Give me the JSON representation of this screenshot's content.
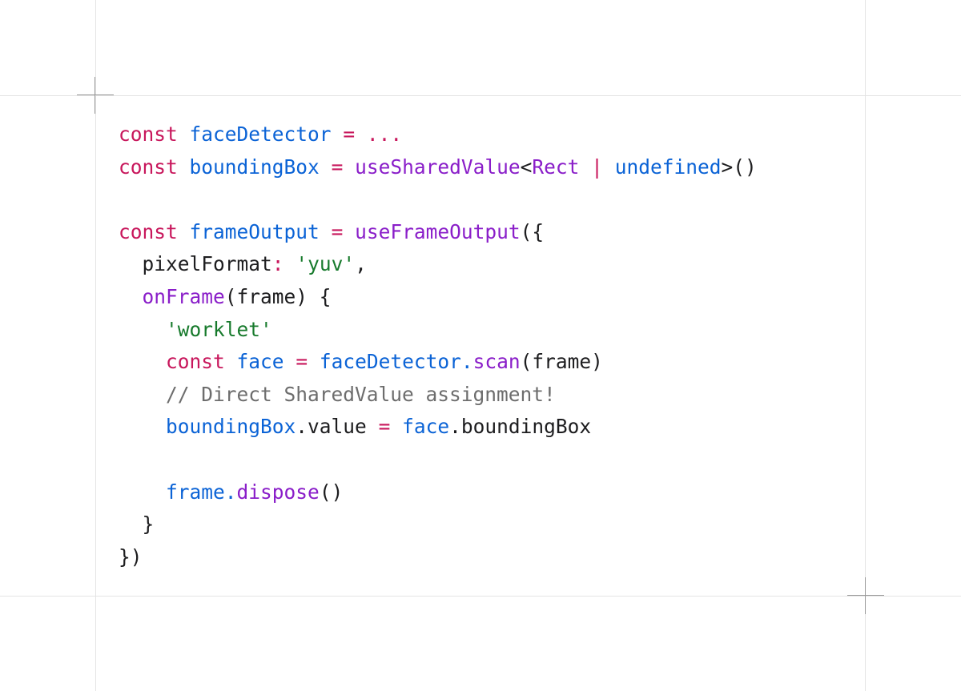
{
  "colors": {
    "keyword": "#c8175c",
    "identifier": "#0b63d6",
    "function": "#8a1ec9",
    "string": "#177a2c",
    "comment": "#6d6d6d",
    "plain": "#1d1d1f",
    "guide": "#e4e4e4",
    "crosshair": "#9a9a9a"
  },
  "code": {
    "l1": {
      "kw": "const",
      "id": "faceDetector",
      "op": "=",
      "rest": "..."
    },
    "l2": {
      "kw": "const",
      "id": "boundingBox",
      "op": "=",
      "fn": "useSharedValue",
      "lt": "<",
      "type": "Rect",
      "bar": "|",
      "undef": "undefined",
      "gt": ">",
      "paren": "()"
    },
    "l4": {
      "kw": "const",
      "id": "frameOutput",
      "op": "=",
      "fn": "useFrameOutput",
      "open": "({"
    },
    "l5": {
      "key": "pixelFormat",
      "colon": ":",
      "str": "'yuv'",
      "comma": ","
    },
    "l6": {
      "fn": "onFrame",
      "args": "(frame) {"
    },
    "l7": {
      "str": "'worklet'"
    },
    "l8": {
      "kw": "const",
      "id": "face",
      "op": "=",
      "obj": "faceDetector",
      "dot": ".",
      "method": "scan",
      "args": "(frame)"
    },
    "l9": {
      "comment": "// Direct SharedValue assignment!"
    },
    "l10": {
      "obj": "boundingBox",
      "prop": ".value",
      "op": "=",
      "obj2": "face",
      "prop2": ".boundingBox"
    },
    "l12": {
      "obj": "frame",
      "dot": ".",
      "method": "dispose",
      "paren": "()"
    },
    "l13": {
      "close": "}"
    },
    "l14": {
      "close": "})"
    }
  }
}
